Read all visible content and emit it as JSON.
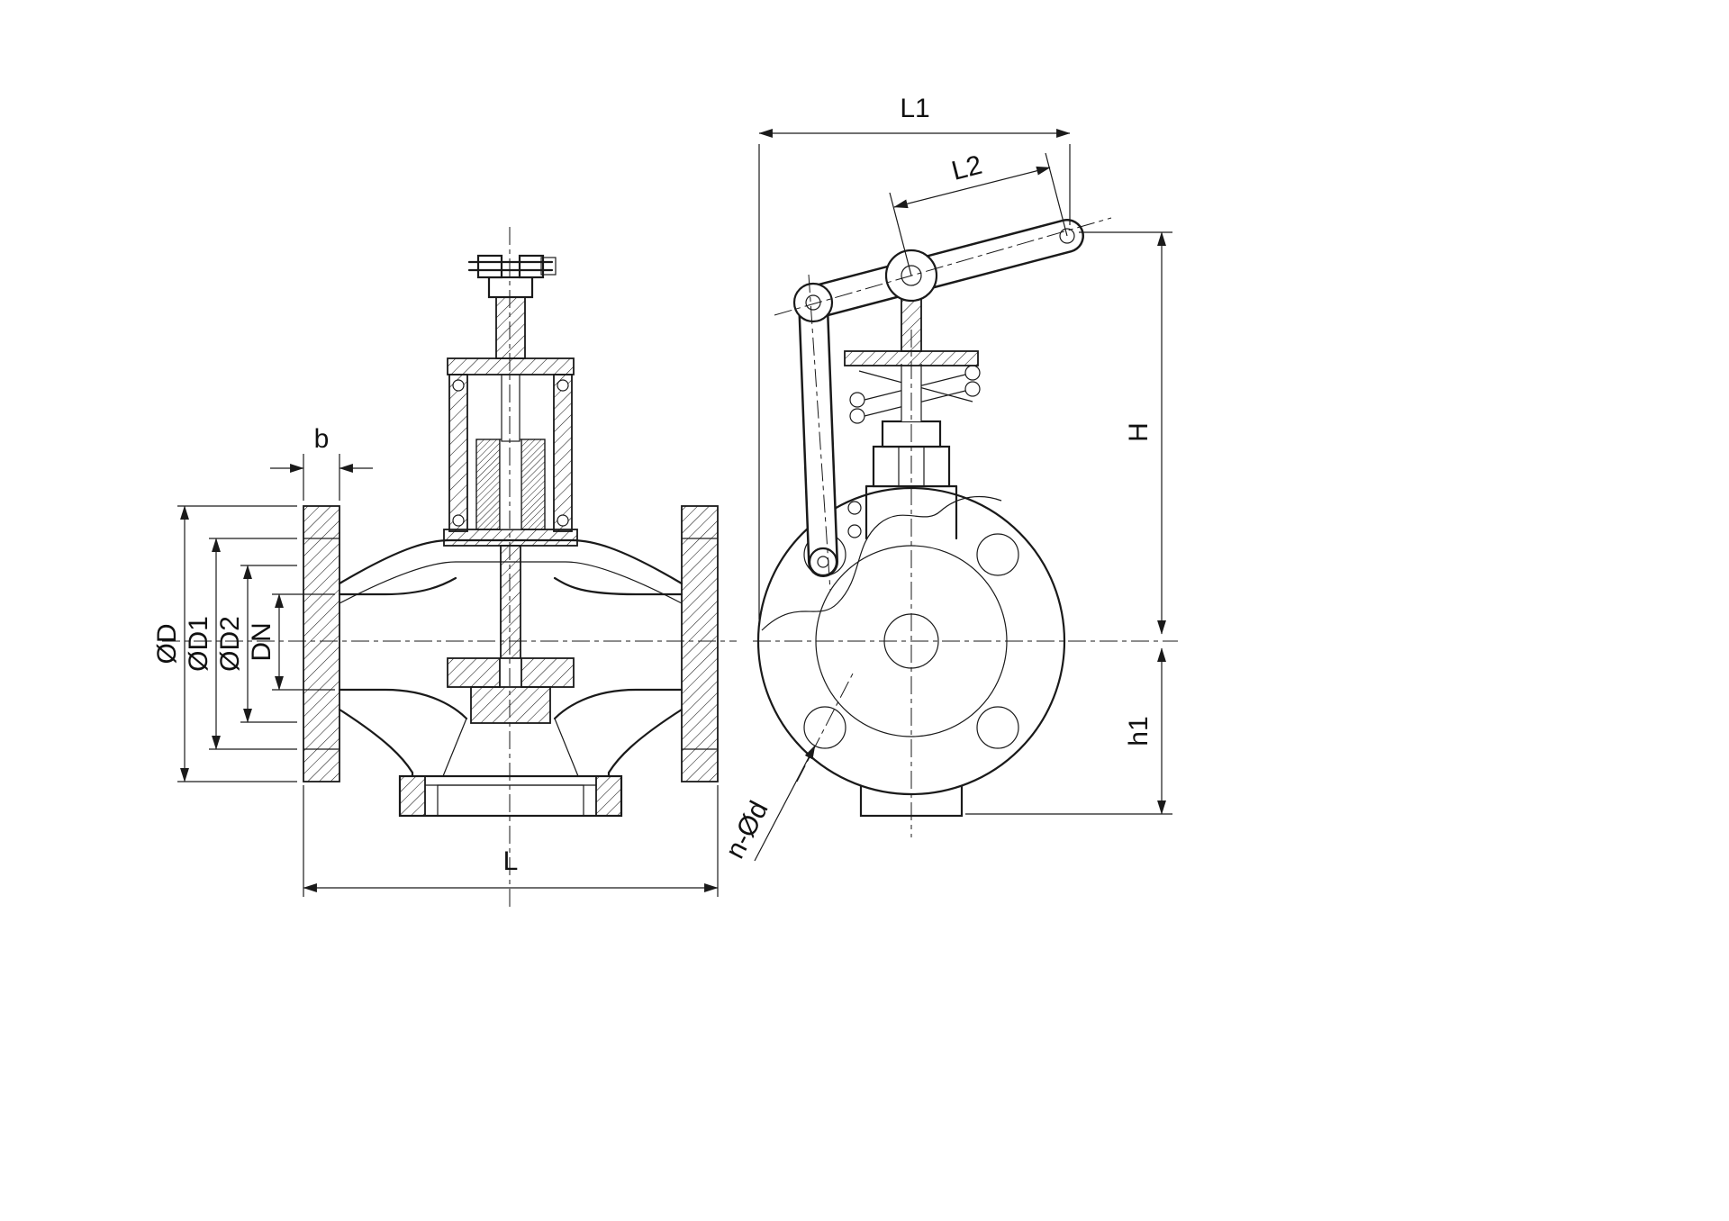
{
  "drawing": {
    "colors": {
      "line": "#1a1a1a",
      "background": "#ffffff"
    },
    "dims": {
      "b": "b",
      "D": "ØD",
      "D1": "ØD1",
      "D2": "ØD2",
      "DN": "DN",
      "L": "L",
      "L1": "L1",
      "L2": "L2",
      "H": "H",
      "h1": "h1",
      "n_d": "n-Ød"
    }
  }
}
